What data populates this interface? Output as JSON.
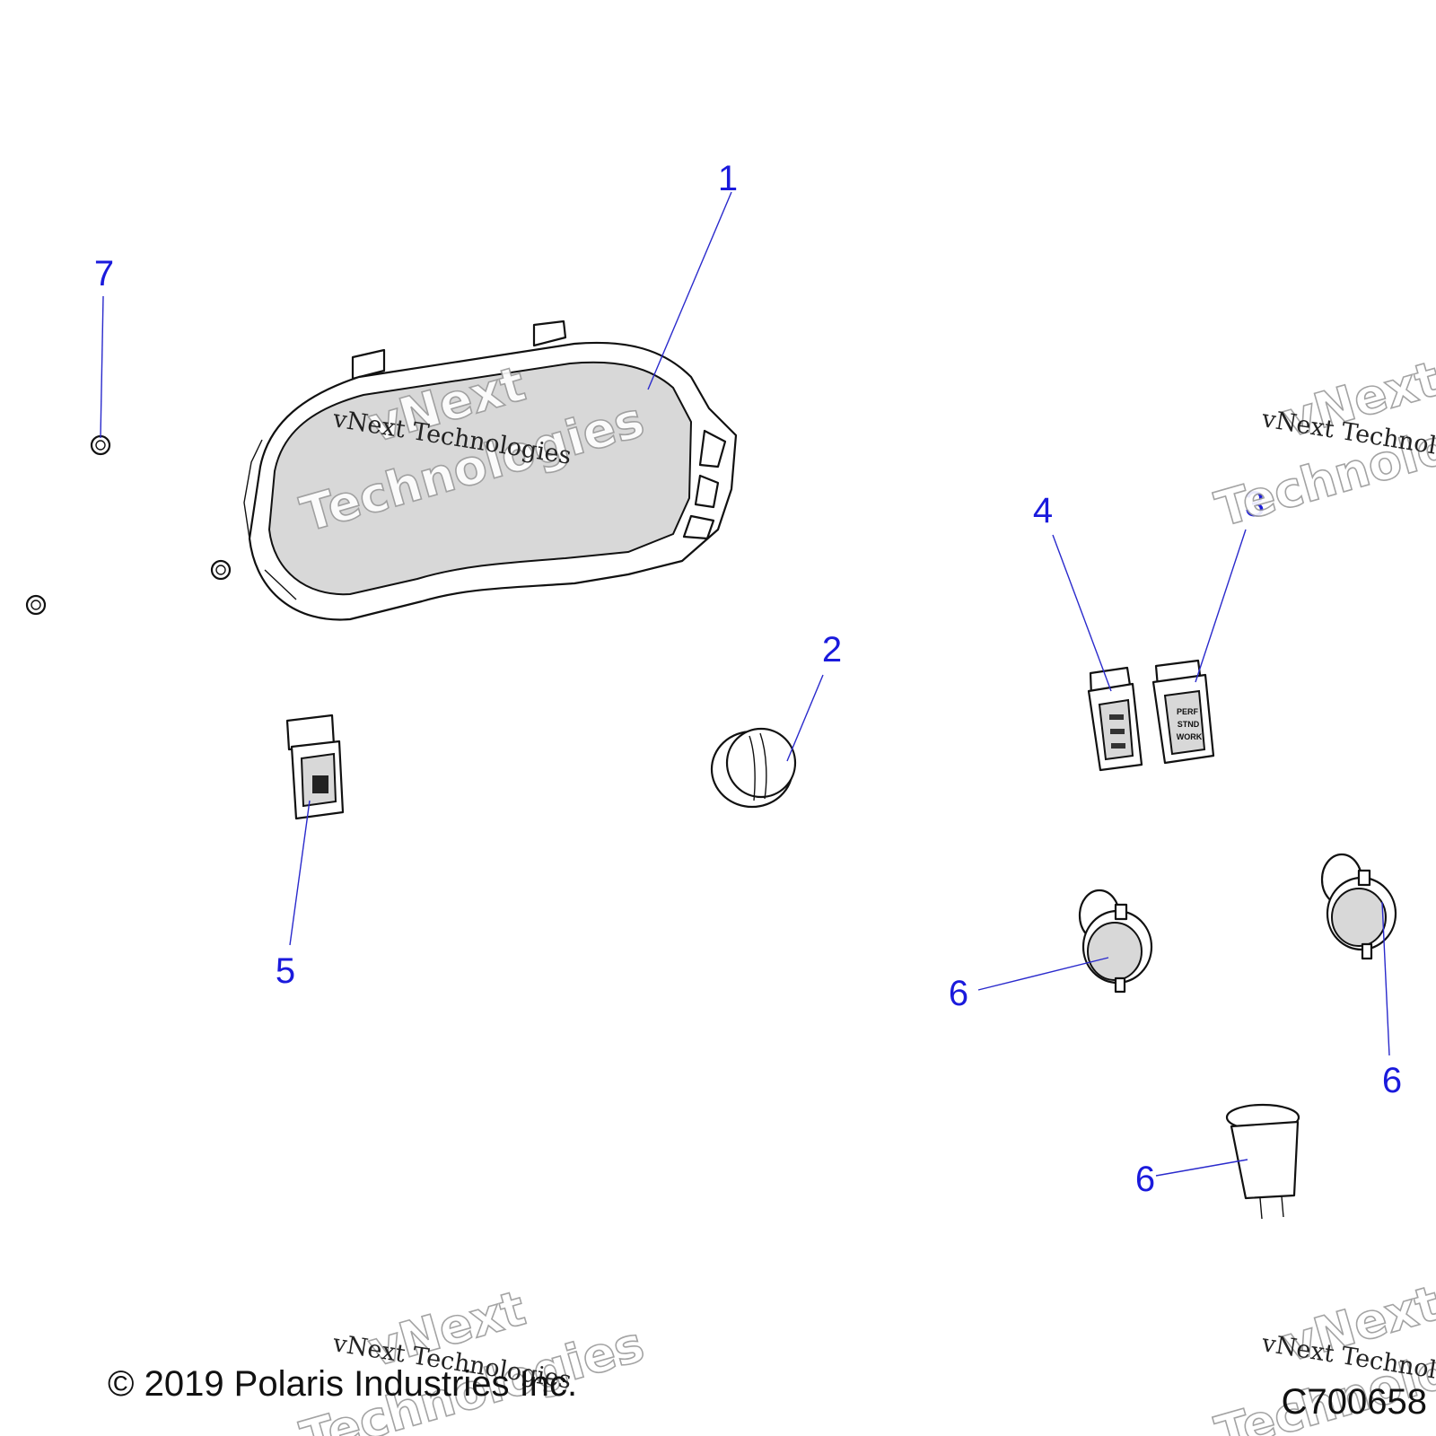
{
  "callouts": {
    "c1": "1",
    "c2": "2",
    "c3": "3",
    "c4": "4",
    "c5": "5",
    "c6a": "6",
    "c6b": "6",
    "c6c": "6",
    "c7": "7"
  },
  "switch_3_legend": {
    "line1": "PERF",
    "line2": "STND",
    "line3": "WORK"
  },
  "footer": {
    "copyright": "© 2019 Polaris Industries Inc.",
    "figure_code": "C700658"
  },
  "watermark": {
    "brand_top": "vNext",
    "brand_bottom": "Technologies",
    "tagline": "vNext Technologies"
  },
  "colors": {
    "callout": "#1a1adc",
    "leader": "#2a2acc",
    "part_outline": "#111111"
  }
}
